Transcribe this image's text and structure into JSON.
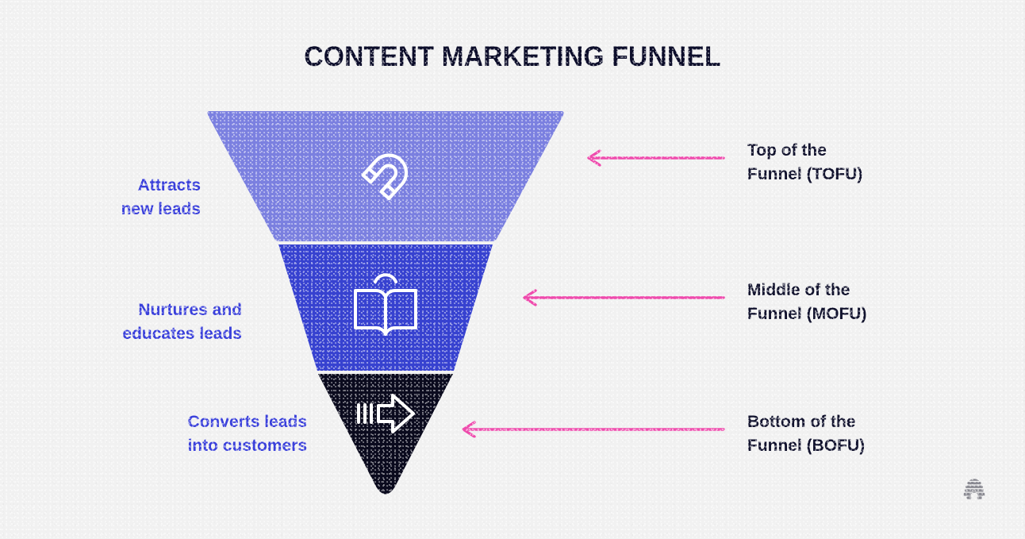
{
  "page": {
    "title": "CONTENT MARKETING FUNNEL",
    "background_color": "#f1f1f1",
    "title_color": "#0d0e2b"
  },
  "colors": {
    "tofu_fill": "#7b80e0",
    "mofu_fill": "#3742d0",
    "bofu_fill": "#0b0b1e",
    "arrow_pink": "#ef4bad",
    "left_label_blue": "#3a40db",
    "right_label_navy": "#12132e",
    "icon_stroke": "#ffffff",
    "logo_gray": "#8b8b93"
  },
  "funnel": {
    "stages": [
      {
        "id": "tofu",
        "icon": "magnet-icon",
        "fill": "#7b80e0",
        "left_label": "Attracts\nnew leads",
        "right_label": "Top of the\nFunnel (TOFU)"
      },
      {
        "id": "mofu",
        "icon": "open-book-icon",
        "fill": "#3742d0",
        "left_label": "Nurtures and\neducates leads",
        "right_label": "Middle of the\nFunnel (MOFU)"
      },
      {
        "id": "bofu",
        "icon": "arrow-motion-icon",
        "fill": "#0b0b1e",
        "left_label": "Converts leads\ninto customers",
        "right_label": "Bottom of the\nFunnel (BOFU)"
      }
    ]
  },
  "brand": {
    "logo_name": "hive-logo"
  }
}
